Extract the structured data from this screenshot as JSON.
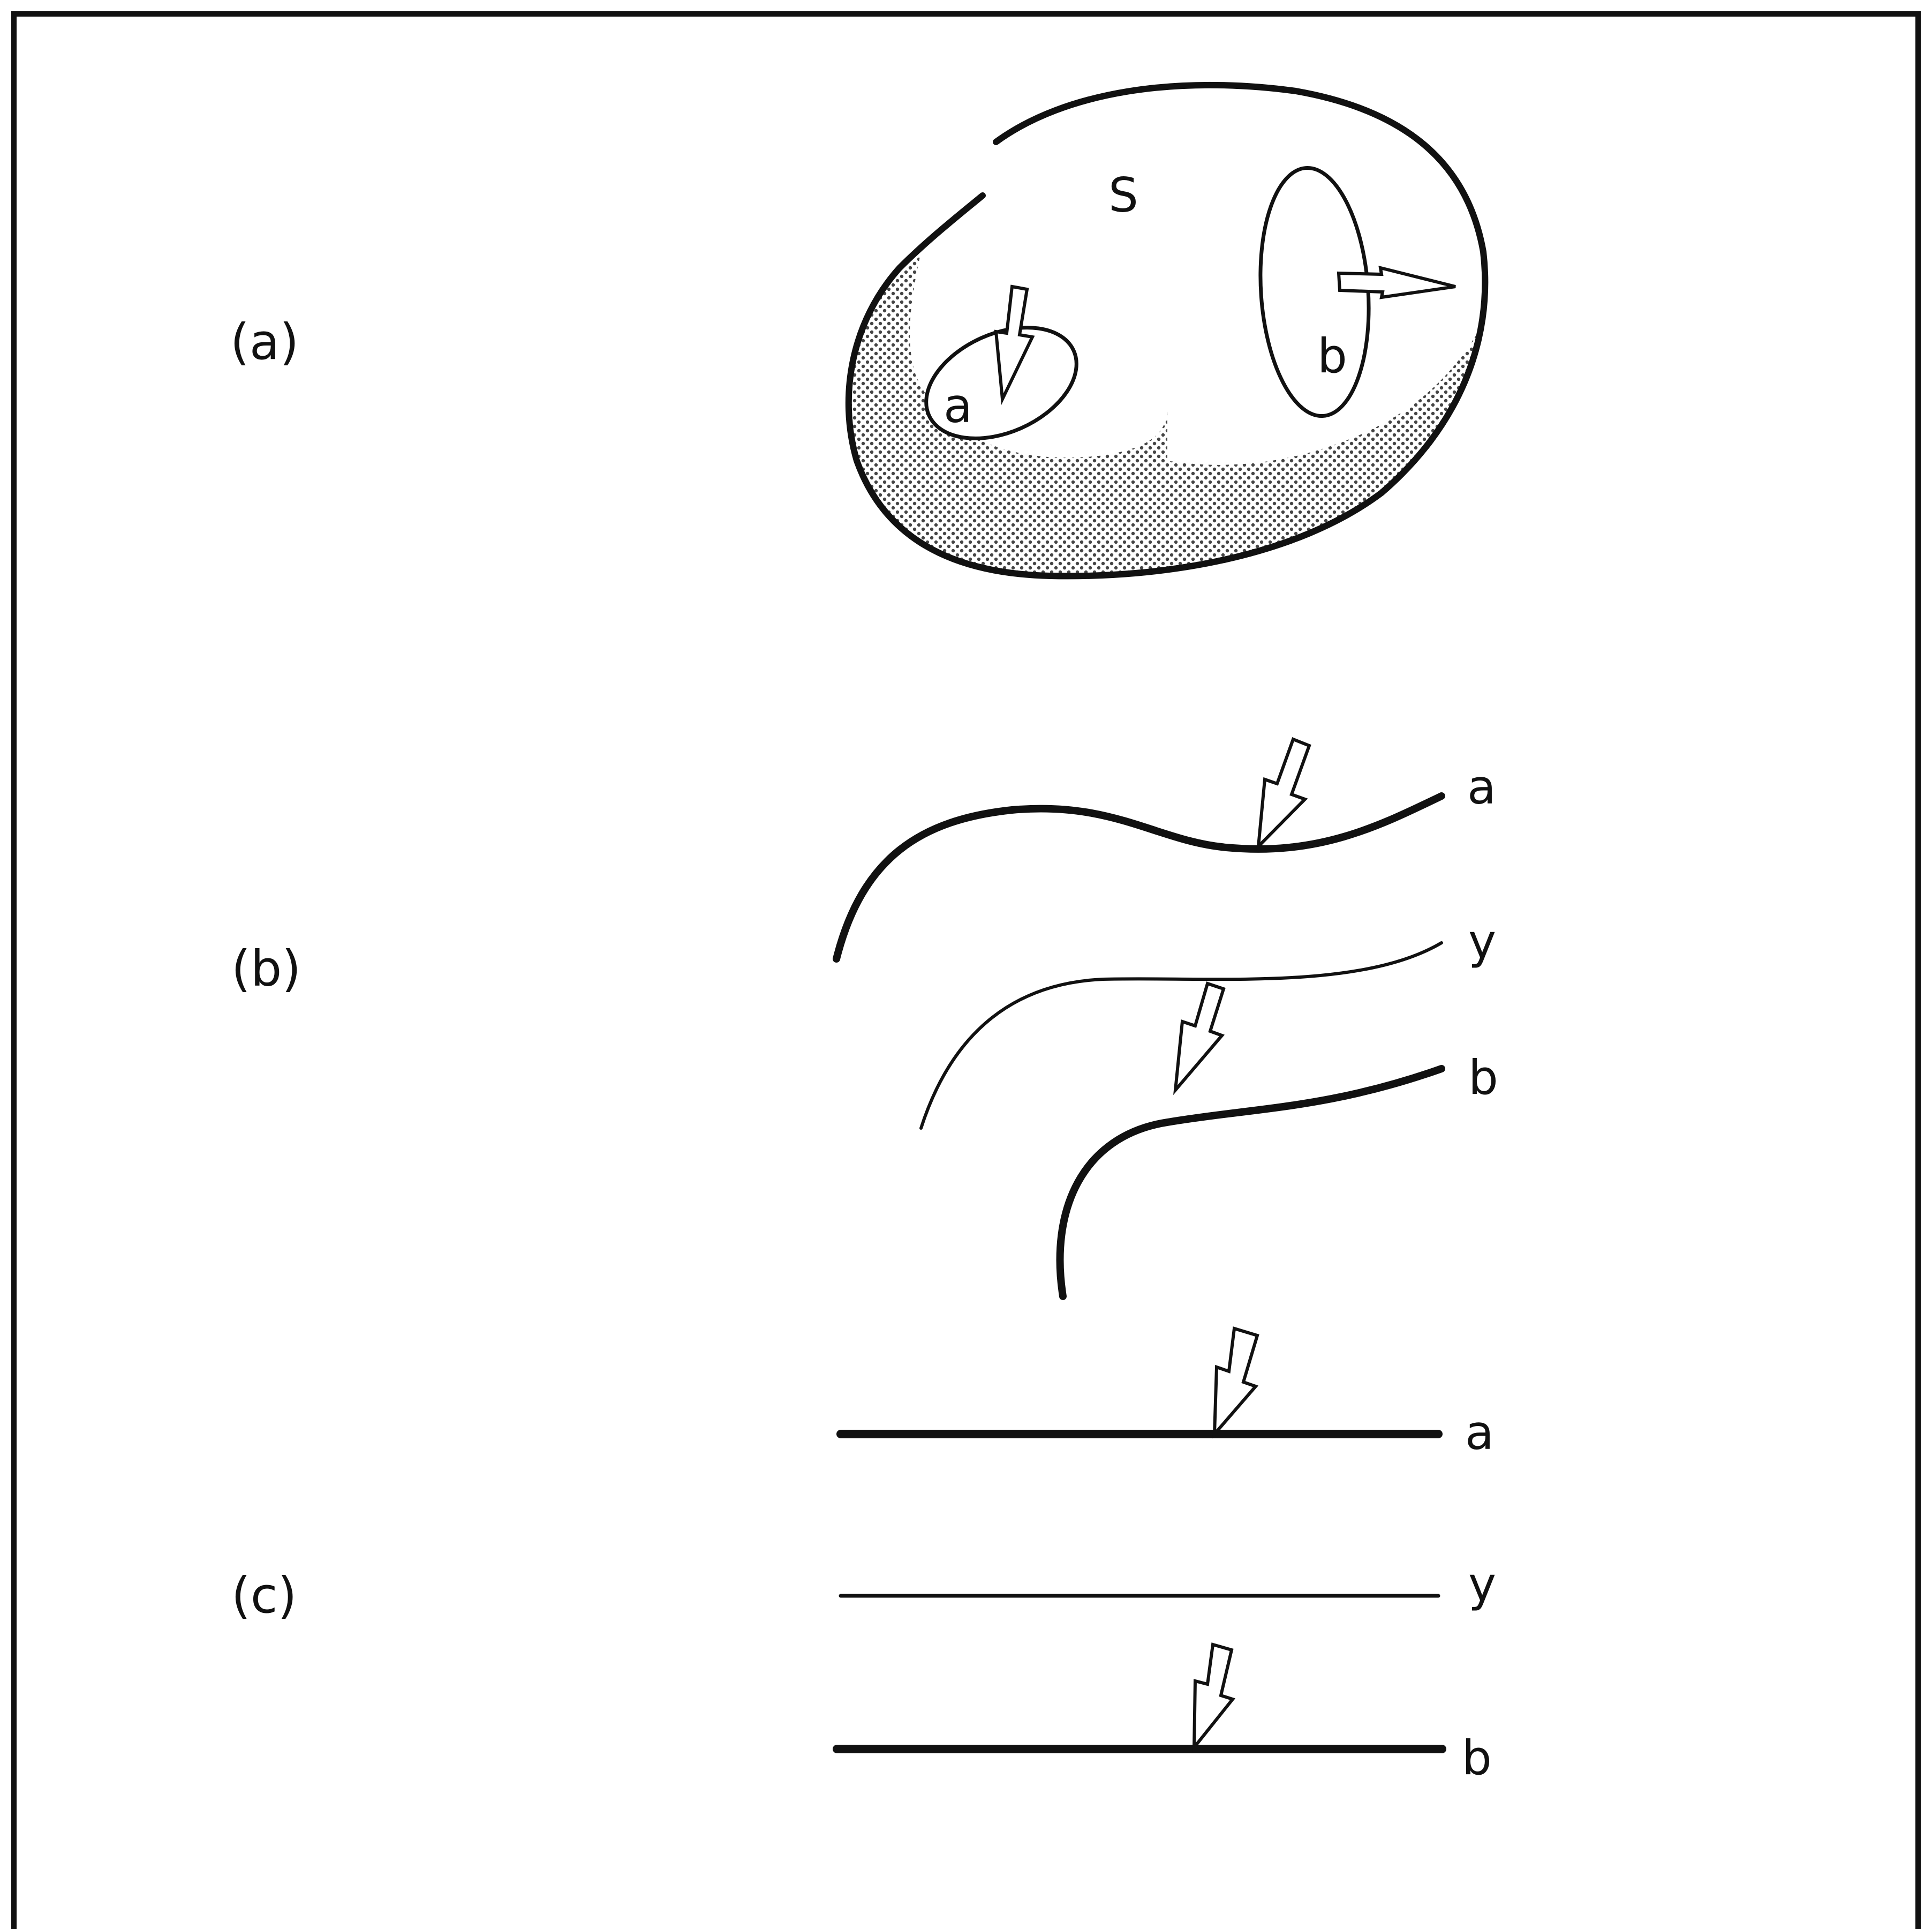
{
  "figure": {
    "panels": [
      {
        "label": "(a)",
        "region": "S",
        "sub_areas": [
          "a",
          "b"
        ]
      },
      {
        "label": "(b)",
        "curves": [
          "a",
          "y",
          "b"
        ]
      },
      {
        "label": "(c)",
        "lines": [
          "a",
          "y",
          "b"
        ]
      }
    ],
    "colors": {
      "ink": "#111111",
      "background": "#ffffff",
      "stipple": "#444444"
    }
  }
}
